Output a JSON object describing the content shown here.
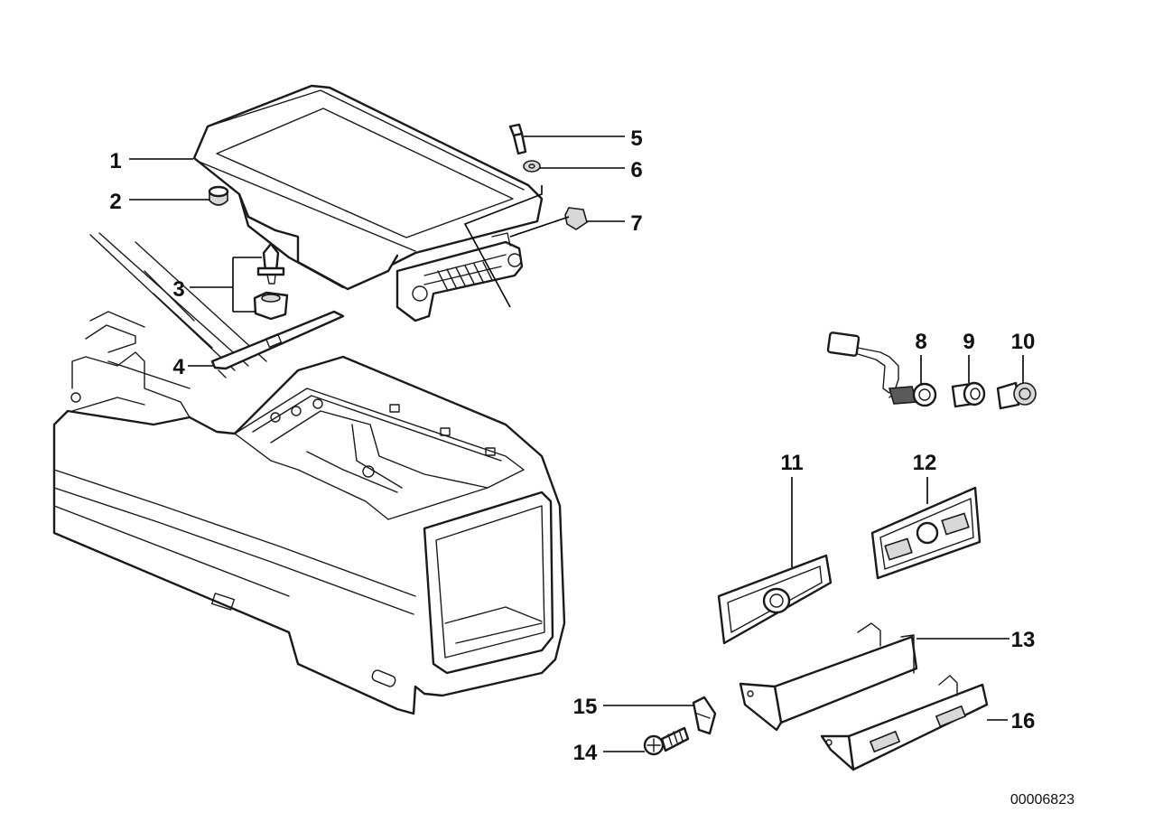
{
  "callouts": [
    {
      "id": "1",
      "label": "1"
    },
    {
      "id": "2",
      "label": "2"
    },
    {
      "id": "3",
      "label": "3"
    },
    {
      "id": "4",
      "label": "4"
    },
    {
      "id": "5",
      "label": "5"
    },
    {
      "id": "6",
      "label": "6"
    },
    {
      "id": "7",
      "label": "7"
    },
    {
      "id": "8",
      "label": "8"
    },
    {
      "id": "9",
      "label": "9"
    },
    {
      "id": "10",
      "label": "10"
    },
    {
      "id": "11",
      "label": "11"
    },
    {
      "id": "12",
      "label": "12"
    },
    {
      "id": "13",
      "label": "13"
    },
    {
      "id": "14",
      "label": "14"
    },
    {
      "id": "15",
      "label": "15"
    },
    {
      "id": "16",
      "label": "16"
    }
  ],
  "diagram_ref": "00006823"
}
